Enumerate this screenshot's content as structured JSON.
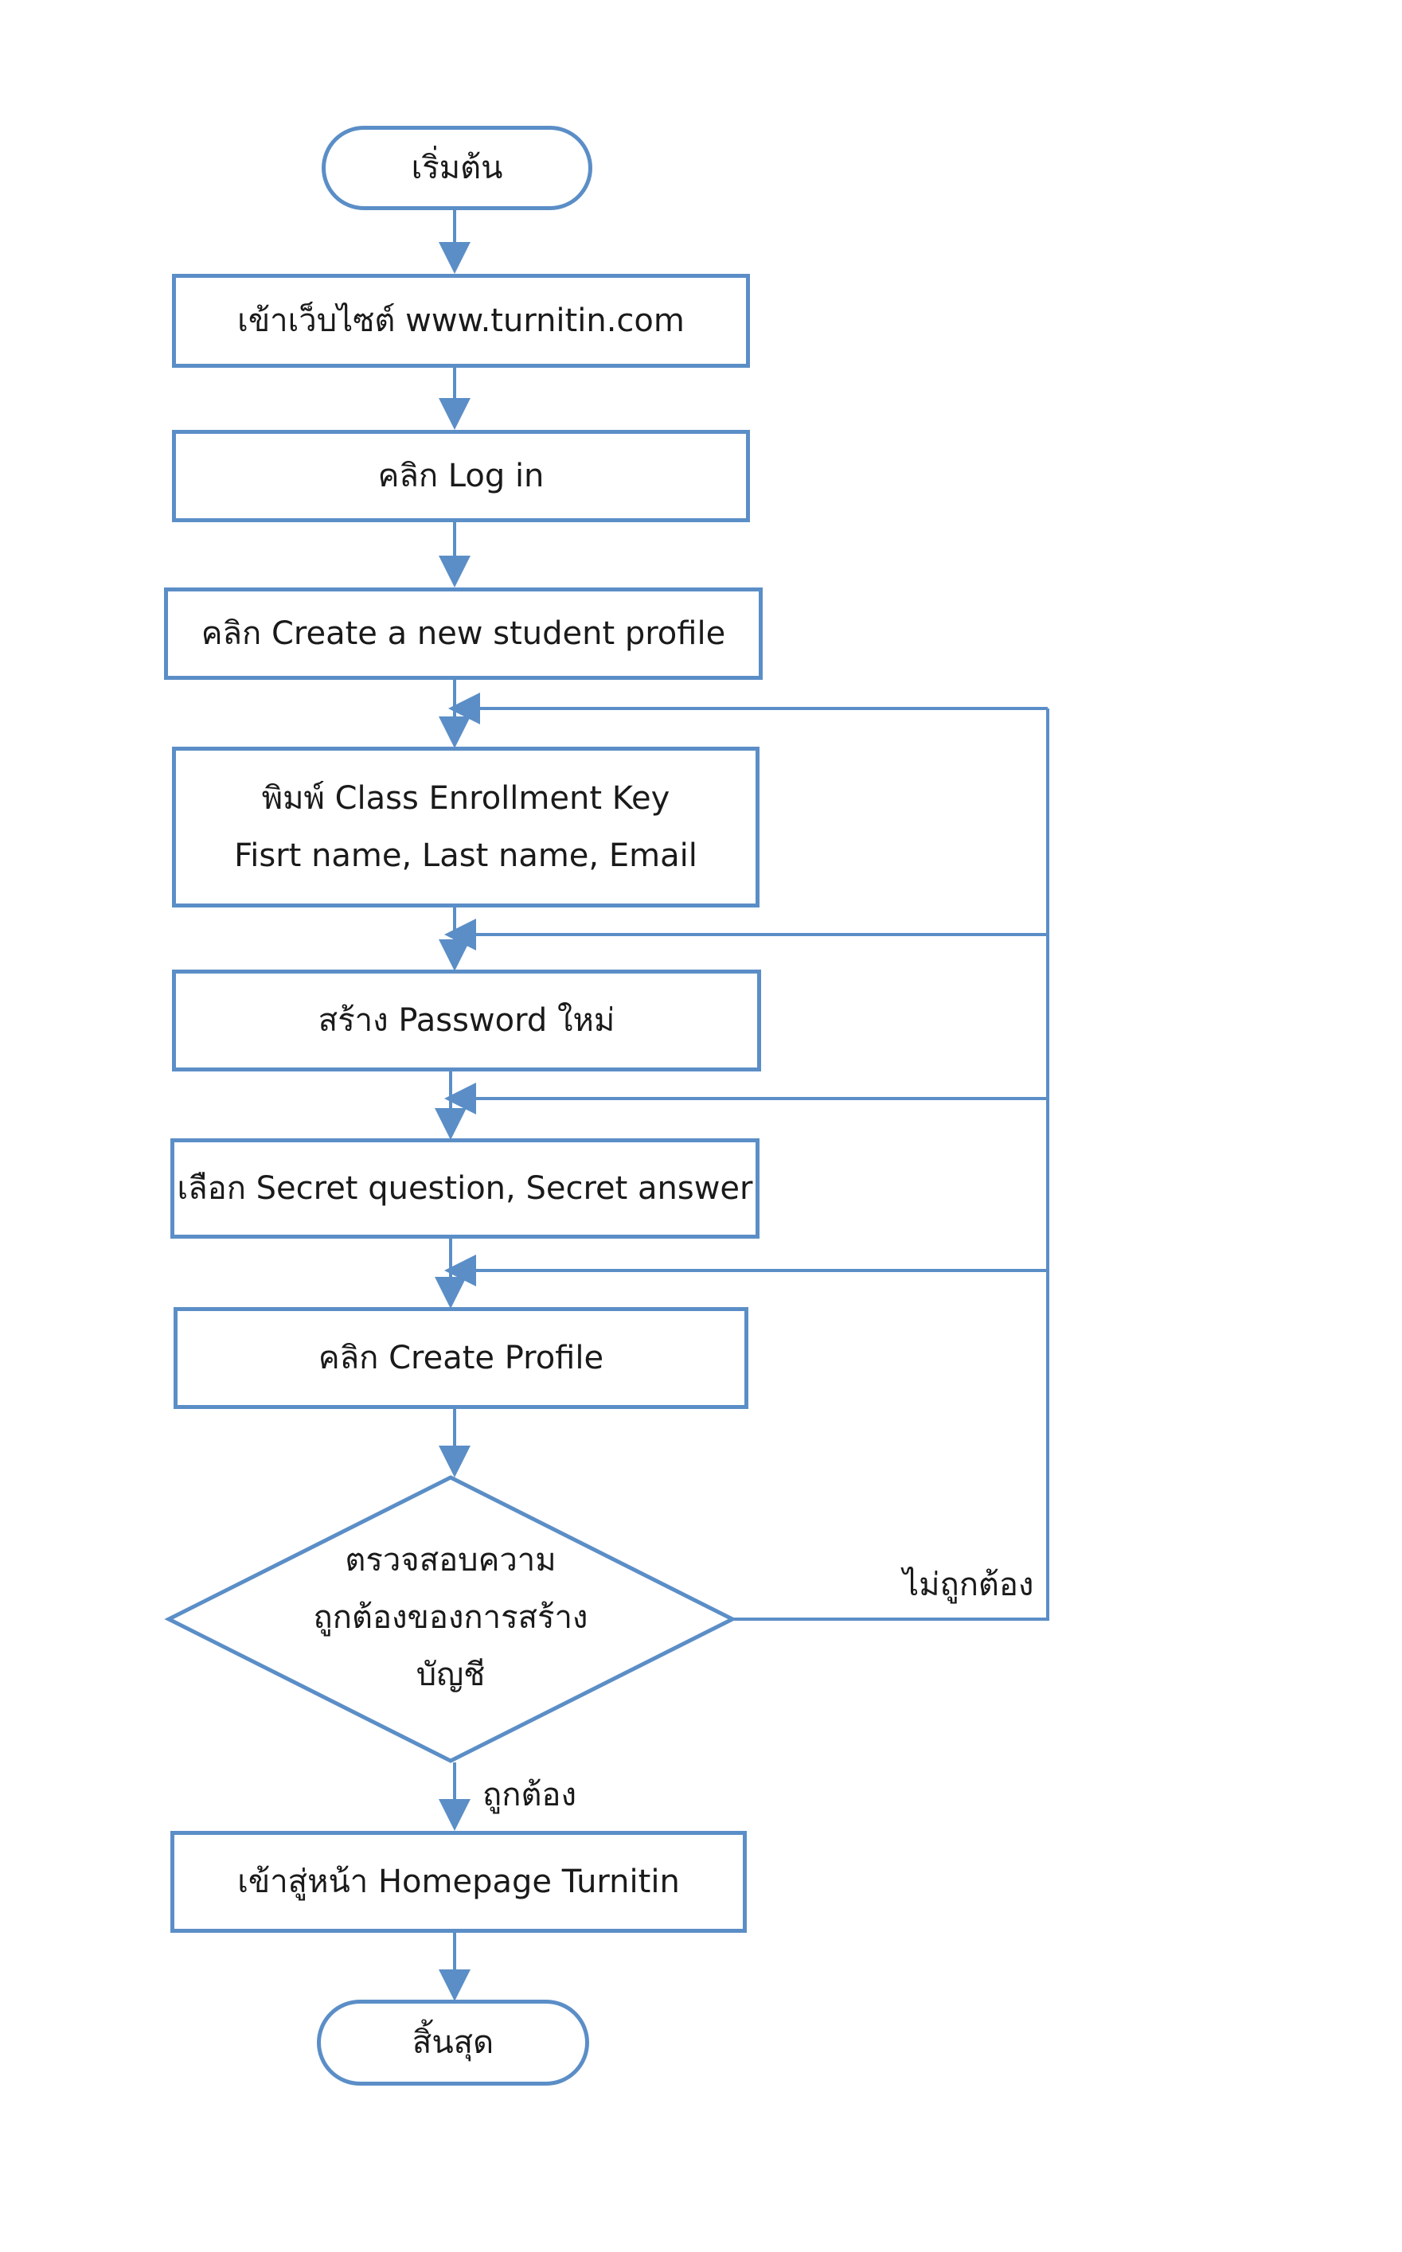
{
  "flowchart": {
    "nodes": {
      "start": "เริ่มต้น",
      "visit_site": "เข้าเว็บไซต์ www.turnitin.com",
      "click_login": "คลิก Log  in",
      "click_create_profile_link": "คลิก Create a new student profile",
      "type_info_line1": "พิมพ์ Class Enrollment Key",
      "type_info_line2": "Fisrt name, Last name, Email",
      "create_password": "สร้าง Password ใหม่",
      "choose_secret": "เลือก Secret question, Secret answer",
      "click_create_profile": "คลิก Create Profile",
      "decision_line1": "ตรวจสอบความ",
      "decision_line2": "ถูกต้องของการสร้าง",
      "decision_line3": "บัญชี",
      "homepage": "เข้าสู่หน้า Homepage Turnitin",
      "end": "สิ้นสุด"
    },
    "edge_labels": {
      "incorrect": "ไม่ถูกต้อง",
      "correct": "ถูกต้อง"
    },
    "colors": {
      "stroke": "#5B8EC7",
      "text": "#1a1a1a"
    }
  }
}
